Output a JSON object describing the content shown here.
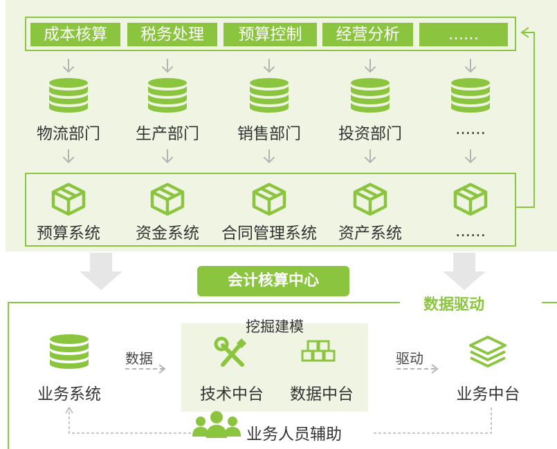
{
  "top": {
    "function_tabs": [
      "成本核算",
      "税务处理",
      "预算控制",
      "经营分析",
      "......"
    ],
    "departments": [
      "物流部门",
      "生产部门",
      "销售部门",
      "投资部门",
      "......"
    ],
    "systems": [
      "预算系统",
      "资金系统",
      "合同管理系统",
      "资产系统",
      "......"
    ]
  },
  "center_badge": "会计核算中心",
  "data_driven_label": "数据驱动",
  "bottom": {
    "business_system": "业务系统",
    "data_arrow_label": "数据",
    "mining_label": "挖掘建模",
    "tech_platform": "技术中台",
    "data_platform": "数据中台",
    "drive_arrow_label": "驱动",
    "business_platform": "业务中台",
    "staff_assist": "业务人员辅助"
  },
  "colors": {
    "accent": "#8bc53f",
    "panel_bg": "#f0f5e3",
    "arrow_gray": "#b3b3b3",
    "big_arrow": "#e6e6e6"
  }
}
